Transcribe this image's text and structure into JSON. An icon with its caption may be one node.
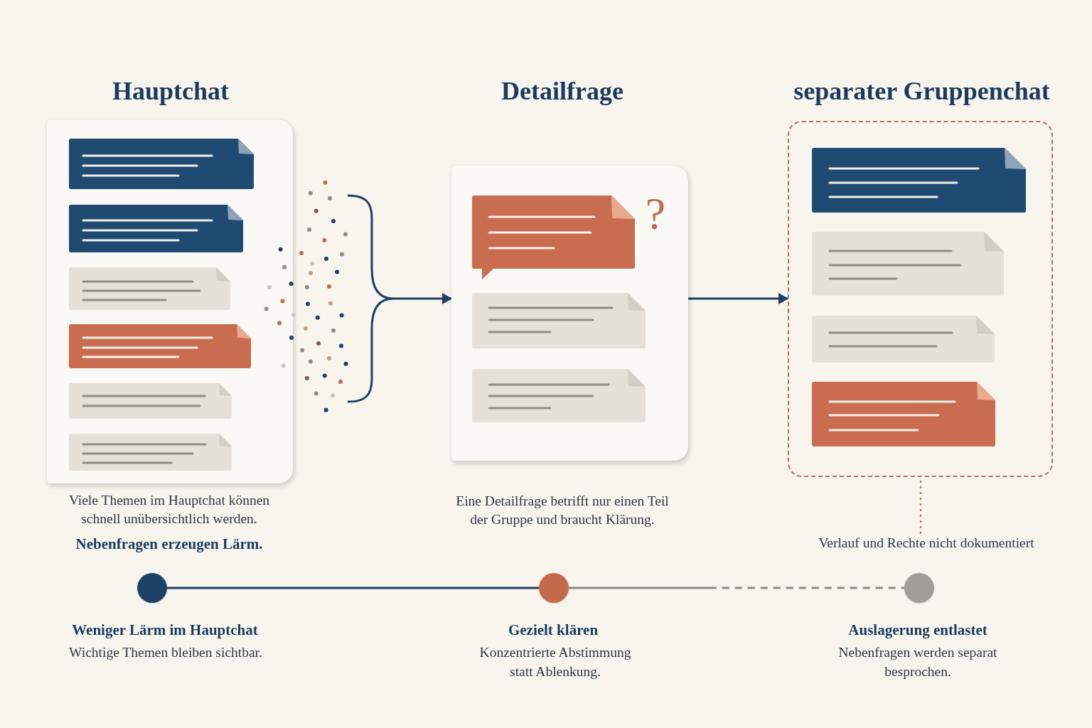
{
  "diagram": {
    "nodes": [
      {
        "text": [
          "Hauptchat"
        ],
        "beside": [
          "Viele Themen im Hauptchat können schnell unübersichtlich werden.",
          "Nebenfragen erzeugen Lärm."
        ]
      },
      {
        "text": [],
        "shape": "dots"
      },
      {
        "text": [
          "Detailfrage"
        ],
        "beside": [
          "Eine Detailfrage betrifft nur einen Teil der Gruppe und braucht Klärung."
        ]
      },
      {
        "text": [
          "separater Gruppenchat"
        ]
      },
      {
        "text": [
          "Verlauf und Rechte nicht dokumentiert"
        ]
      },
      {
        "text": [
          "Weniger Lärm im Hauptchat",
          "Wichtige Themen bleiben sichtbar."
        ]
      },
      {
        "text": [
          "Gezielt klären",
          "Konzentrierte Abstimmung statt Ablenkung."
        ]
      },
      {
        "text": [
          "Auslagerung entlastet",
          "Nebenfragen werden separat besprochen."
        ]
      }
    ],
    "edges": [
      {
        "from": 1,
        "to": 2,
        "arrow": "to"
      },
      {
        "from": 2,
        "to": 3,
        "arrow": "to"
      },
      {
        "from": 4,
        "to": 3,
        "arrow": "none",
        "style": "dashed",
        "color": "#c6694b"
      },
      {
        "from": 5,
        "to": 6,
        "arrow": "none"
      },
      {
        "from": 6,
        "to": 7,
        "arrow": "none",
        "style": "dashed",
        "color": "#8c8a86"
      }
    ],
    "labels": [
      "?"
    ]
  }
}
